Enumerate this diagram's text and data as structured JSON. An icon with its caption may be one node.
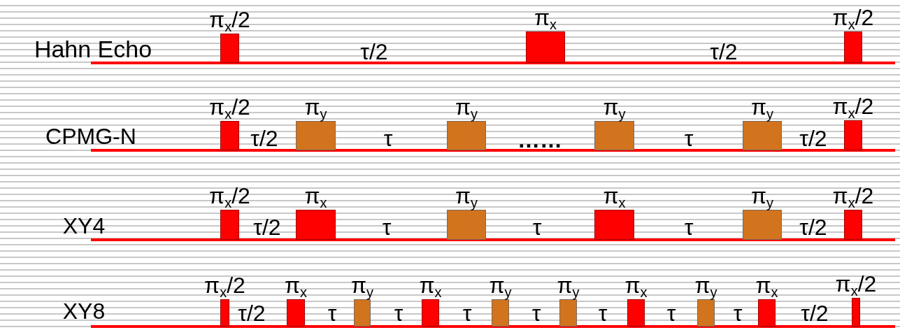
{
  "diagram": {
    "nodes": [
      {
        "text": [
          "π$_{x}$/2"
        ]
      },
      {
        "text": [
          "π$_{x}$"
        ]
      },
      {
        "text": [
          "π$_{x}$/2"
        ]
      },
      {
        "text": [
          "π$_{x}$/2"
        ]
      },
      {
        "text": [
          "π$_{y}$"
        ]
      },
      {
        "text": [
          "π$_{y}$"
        ]
      },
      {
        "text": [
          "π$_{y}$"
        ]
      },
      {
        "text": [
          "π$_{y}$"
        ]
      },
      {
        "text": [
          "π$_{x}$/2"
        ]
      },
      {
        "text": [
          "π$_{x}$/2"
        ]
      },
      {
        "text": [
          "π$_{x}$"
        ]
      },
      {
        "text": [
          "π$_{y}$"
        ]
      },
      {
        "text": [
          "π$_{x}$"
        ]
      },
      {
        "text": [
          "π$_{y}$"
        ]
      },
      {
        "text": [
          "π$_{x}$/2"
        ]
      },
      {
        "text": [
          "π$_{x}$/2"
        ]
      },
      {
        "text": [
          "π$_{x}$"
        ]
      },
      {
        "text": [
          "π$_{y}$"
        ]
      },
      {
        "text": [
          "π$_{x}$"
        ]
      },
      {
        "text": [
          "π$_{y}$"
        ]
      },
      {
        "text": [
          "π$_{y}$"
        ]
      },
      {
        "text": [
          "π$_{x}$"
        ]
      },
      {
        "text": [
          "π$_{y}$"
        ]
      },
      {
        "text": [
          "π$_{x}$"
        ]
      },
      {
        "text": [
          "π$_{x}$/2"
        ]
      }
    ],
    "edges": [],
    "labels": [
      "Hahn Echo",
      "τ/2",
      "τ/2",
      "CPMG-N",
      "τ/2",
      "τ",
      "……",
      "τ",
      "τ/2",
      "XY4",
      "τ/2",
      "τ",
      "τ",
      "τ",
      "τ/2",
      "XY8",
      "τ/2",
      "τ",
      "τ",
      "τ",
      "τ",
      "τ",
      "τ",
      "τ",
      "τ/2"
    ]
  }
}
